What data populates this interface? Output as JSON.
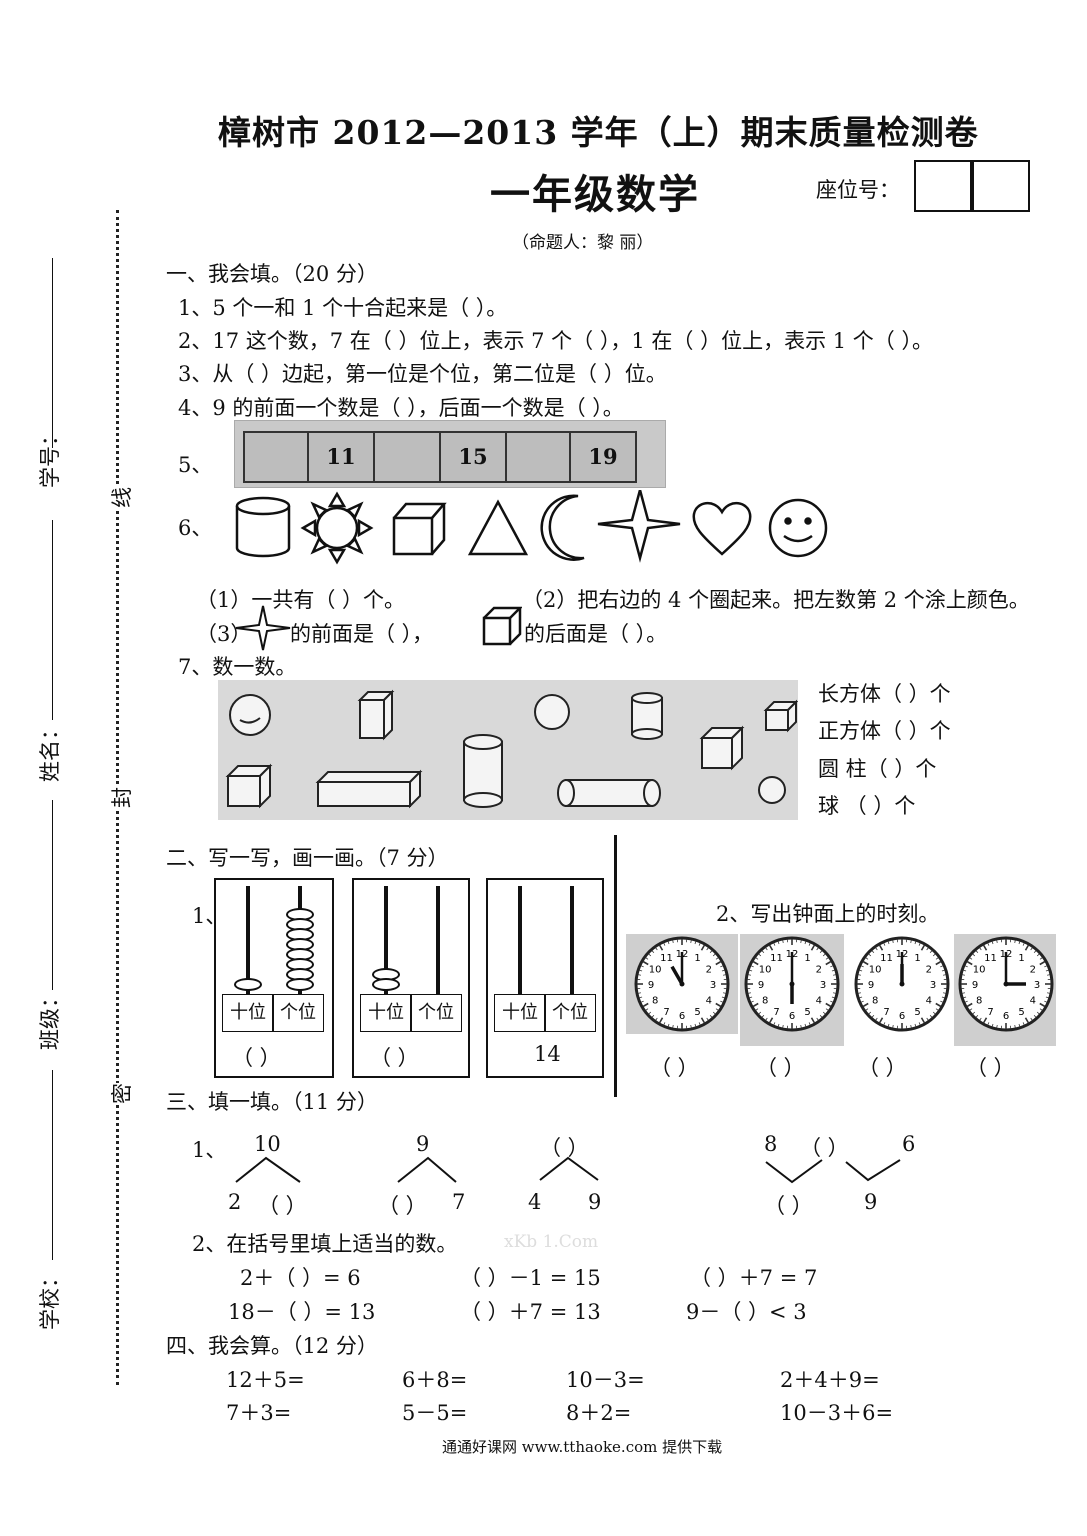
{
  "header": {
    "title": "樟树市 2012—2013 学年（上）期末质量检测卷",
    "subtitle": "一年级数学",
    "seat_label": "座位号：",
    "author": "（命题人：黎    丽）"
  },
  "side": {
    "labels": [
      "学号：",
      "姓名：",
      "班级：",
      "学校："
    ],
    "seal_chars": [
      "线",
      "封",
      "密"
    ]
  },
  "section1": {
    "heading": "一、我会填。（20 分）",
    "q1": "1、5 个一和 1 个十合起来是（          ）。",
    "q2": "2、17 这个数，7 在（    ）位上，表示 7 个（    ），1 在（      ）位上，表示 1 个（      ）。",
    "q3": "3、从（      ）边起，第一位是个位，第二位是（        ）位。",
    "q4": "4、9 的前面一个数是（     ），后面一个数是（     ）。",
    "q5_label": "5、",
    "q5_cells": [
      "",
      "11",
      "",
      "15",
      "",
      "19"
    ],
    "q6_label": "6、",
    "q6_shapes": [
      "cylinder-icon",
      "sun-icon",
      "cube-icon",
      "triangle-icon",
      "moon-icon",
      "star-icon",
      "heart-icon",
      "smiley-icon"
    ],
    "q6_part1": "（1）一共有（    ）个。",
    "q6_part2": "（2）把右边的 4 个圈起来。把左数第 2 个涂上颜色。",
    "q6_part3a": "（3）",
    "q6_part3b": "的前面是（          ），",
    "q6_part3c": "的后面是（          ）。",
    "q7_label": "7、数一数。",
    "q7_answers": [
      "长方体（        ）个",
      "正方体（        ）个",
      "圆    柱（        ）个",
      "球    （        ）个"
    ]
  },
  "section2": {
    "heading": "二、写一写，画一画。（7 分）",
    "q1_label": "1、",
    "place_tens": "十位",
    "place_ones": "个位",
    "abacus_answers": [
      "（        ）",
      "（        ）",
      "14"
    ],
    "q2_label": "2、写出钟面上的时刻。",
    "clock_answers": [
      "（        ）",
      "（        ）",
      "（        ）",
      "（        ）"
    ]
  },
  "section3": {
    "heading": "三、填一填。（11 分）",
    "q1_label": "1、",
    "split1": {
      "top": "10",
      "left": "2",
      "right": "（   ）"
    },
    "split2": {
      "top": "9",
      "left": "（   ）",
      "right": "7"
    },
    "split3": {
      "top": "（   ）",
      "left": "4",
      "right": "9"
    },
    "merge": {
      "a": "8",
      "b": "（    ）",
      "c": "6",
      "d": "（    ）",
      "e": "9"
    },
    "q2_label": "2、在括号里填上适当的数。",
    "watermark": "xKb 1.Com",
    "eq_row1": [
      "2＋（    ）= 6",
      "（    ）－1 = 15",
      "（    ）＋7 = 7"
    ],
    "eq_row2": [
      "18－（    ）= 13",
      "（    ）＋7 = 13",
      "9－（      ）< 3"
    ]
  },
  "section4": {
    "heading": "四、我会算。（12 分）",
    "row1": [
      "12＋5=",
      "6＋8=",
      "10－3=",
      "2＋4＋9="
    ],
    "row2": [
      "7＋3=",
      "5－5=",
      "8＋2=",
      "10－3＋6="
    ]
  },
  "footer": "通通好课网  www.tthaoke.com  提供下载"
}
